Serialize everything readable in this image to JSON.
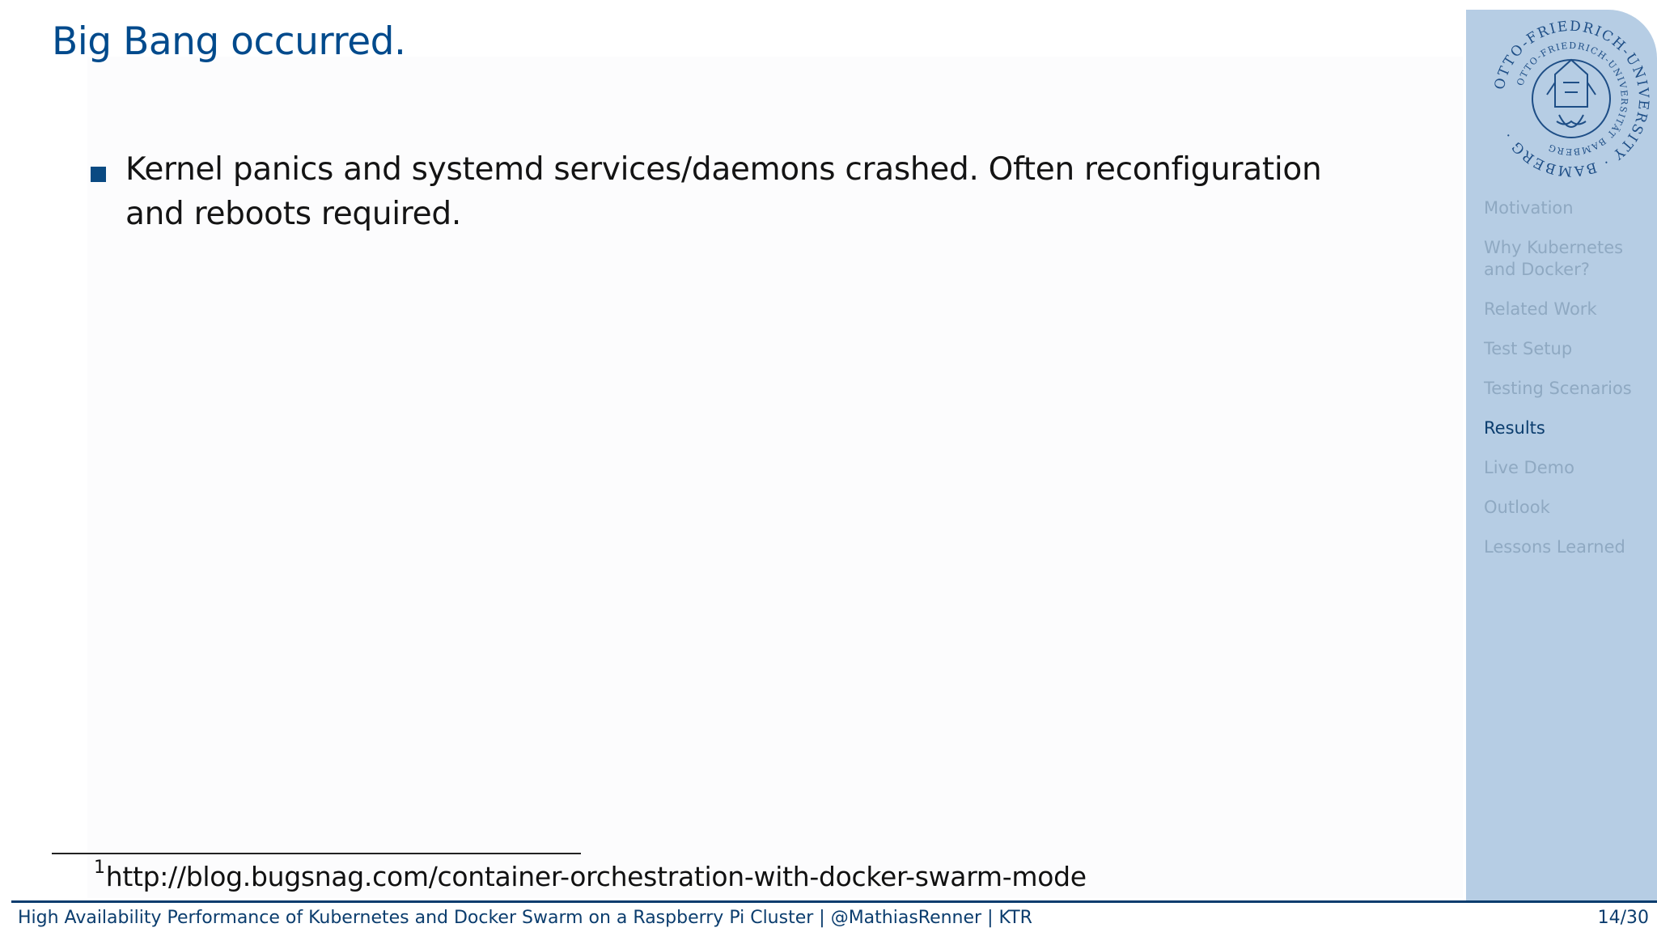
{
  "slide": {
    "title": "Big Bang occurred.",
    "bullets": [
      {
        "text": "Kernel panics and systemd services/daemons crashed. Often reconfiguration and reboots required."
      }
    ],
    "footnote_mark": "1",
    "footnote_text": "http://blog.bugsnag.com/container-orchestration-with-docker-swarm-mode"
  },
  "sidebar": {
    "seal": {
      "text_lines": [
        "OTTO-FRIEDRICH-UNIVERSITY",
        "BAMBERG"
      ],
      "inner_text": "OTTO-FRIEDRICH-UNIVERSITÄT BAMBERG",
      "icon": "university-seal-icon",
      "color": "#1e4e86"
    },
    "nav_items": [
      {
        "label": "Motivation",
        "active": false
      },
      {
        "label": "Why Kubernetes and Docker?",
        "active": false
      },
      {
        "label": "Related Work",
        "active": false
      },
      {
        "label": "Test Setup",
        "active": false
      },
      {
        "label": "Testing Scenarios",
        "active": false
      },
      {
        "label": "Results",
        "active": true
      },
      {
        "label": "Live Demo",
        "active": false
      },
      {
        "label": "Outlook",
        "active": false
      },
      {
        "label": "Lessons Learned",
        "active": false
      }
    ]
  },
  "footer": {
    "text": "High Availability Performance of Kubernetes and Docker Swarm on a Raspberry Pi Cluster | @MathiasRenner | KTR",
    "page": "14/30"
  },
  "colors": {
    "accent": "#004a8c",
    "sidebar_bg": "#b6cde4",
    "nav_inactive": "#8fa9c2",
    "nav_active": "#0b3d6e"
  }
}
